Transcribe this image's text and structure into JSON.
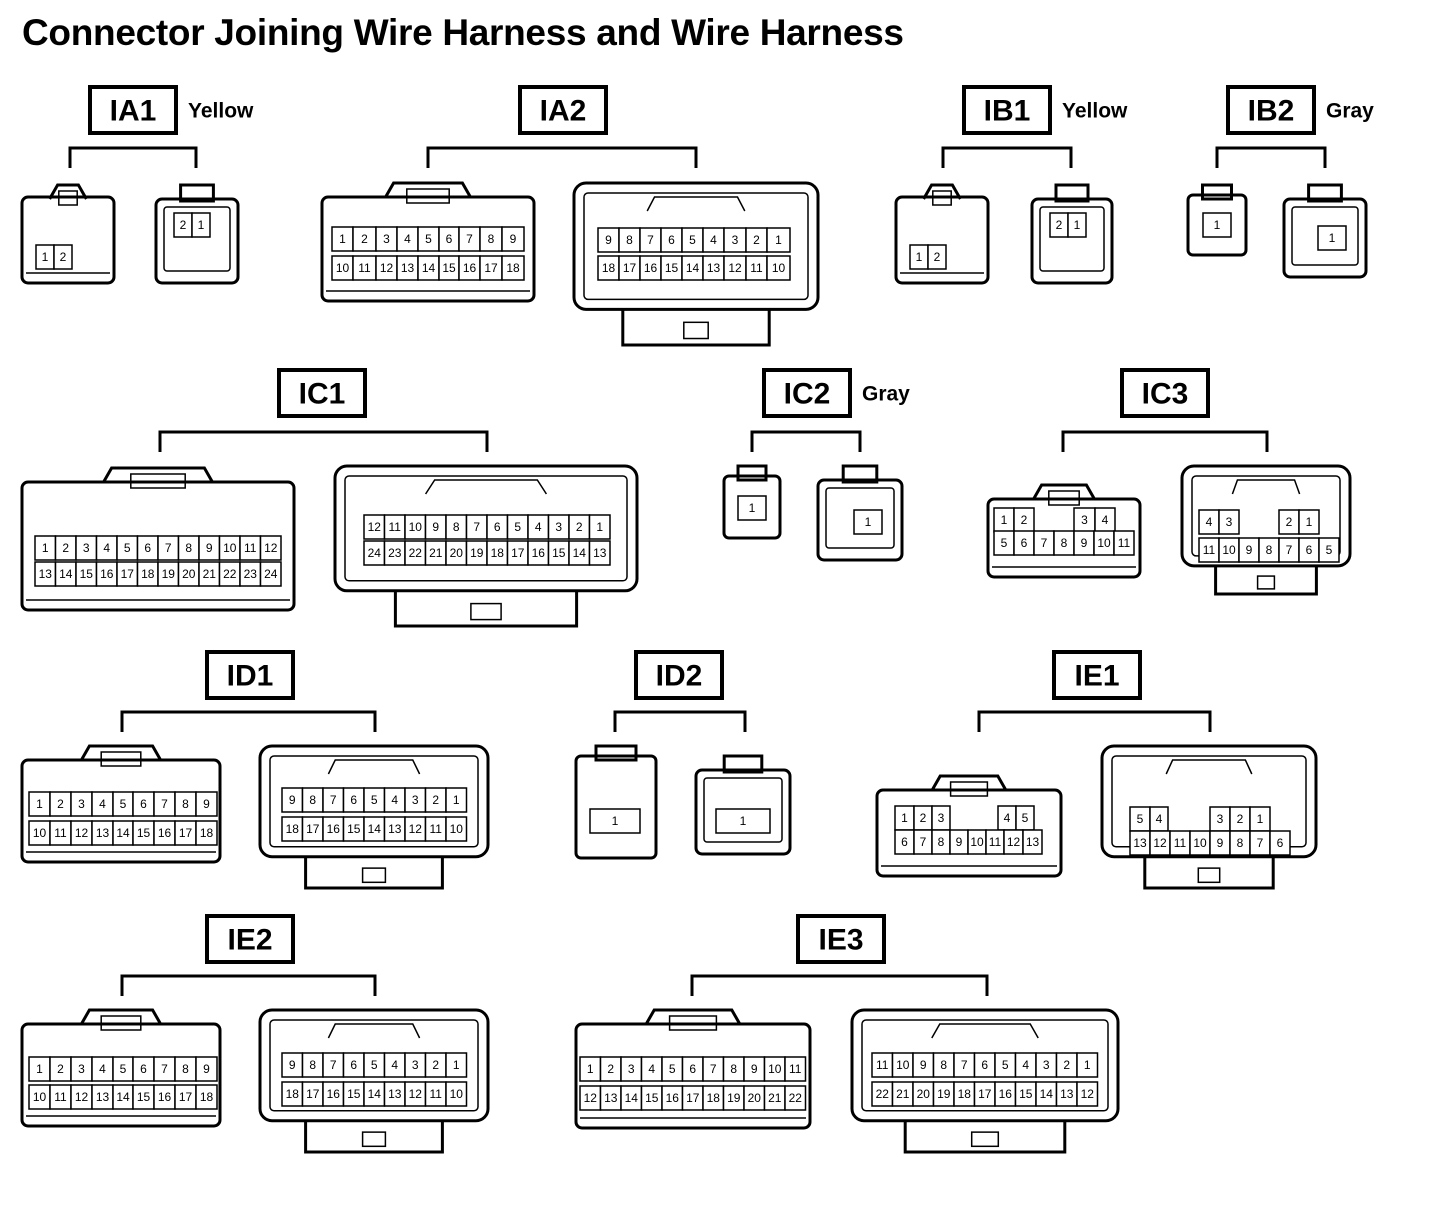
{
  "title": "Connector Joining Wire Harness and Wire Harness",
  "connectors": [
    {
      "id": "IA1",
      "color": "Yellow",
      "female": [
        [
          "1",
          "2"
        ]
      ],
      "male": [
        [
          "2",
          "1"
        ]
      ]
    },
    {
      "id": "IA2",
      "color": "",
      "female": [
        [
          "1",
          "2",
          "3",
          "4",
          "5",
          "6",
          "7",
          "8",
          "9"
        ],
        [
          "10",
          "11",
          "12",
          "13",
          "14",
          "15",
          "16",
          "17",
          "18"
        ]
      ],
      "male": [
        [
          "9",
          "8",
          "7",
          "6",
          "5",
          "4",
          "3",
          "2",
          "1"
        ],
        [
          "18",
          "17",
          "16",
          "15",
          "14",
          "13",
          "12",
          "11",
          "10"
        ]
      ]
    },
    {
      "id": "IB1",
      "color": "Yellow",
      "female": [
        [
          "1",
          "2"
        ]
      ],
      "male": [
        [
          "2",
          "1"
        ]
      ]
    },
    {
      "id": "IB2",
      "color": "Gray",
      "female": [
        [
          "1"
        ]
      ],
      "male": [
        [
          "1"
        ]
      ]
    },
    {
      "id": "IC1",
      "color": "",
      "female": [
        [
          "1",
          "2",
          "3",
          "4",
          "5",
          "6",
          "7",
          "8",
          "9",
          "10",
          "11",
          "12"
        ],
        [
          "13",
          "14",
          "15",
          "16",
          "17",
          "18",
          "19",
          "20",
          "21",
          "22",
          "23",
          "24"
        ]
      ],
      "male": [
        [
          "12",
          "11",
          "10",
          "9",
          "8",
          "7",
          "6",
          "5",
          "4",
          "3",
          "2",
          "1"
        ],
        [
          "24",
          "23",
          "22",
          "21",
          "20",
          "19",
          "18",
          "17",
          "16",
          "15",
          "14",
          "13"
        ]
      ]
    },
    {
      "id": "IC2",
      "color": "Gray",
      "female": [
        [
          "1"
        ]
      ],
      "male": [
        [
          "1"
        ]
      ]
    },
    {
      "id": "IC3",
      "color": "",
      "female": [
        [
          "1",
          "2",
          "",
          "",
          "3",
          "4"
        ],
        [
          "5",
          "6",
          "7",
          "8",
          "9",
          "10",
          "11"
        ]
      ],
      "male": [
        [
          "4",
          "3",
          "",
          "",
          "2",
          "1"
        ],
        [
          "11",
          "10",
          "9",
          "8",
          "7",
          "6",
          "5"
        ]
      ]
    },
    {
      "id": "ID1",
      "color": "",
      "female": [
        [
          "1",
          "2",
          "3",
          "4",
          "5",
          "6",
          "7",
          "8",
          "9"
        ],
        [
          "10",
          "11",
          "12",
          "13",
          "14",
          "15",
          "16",
          "17",
          "18"
        ]
      ],
      "male": [
        [
          "9",
          "8",
          "7",
          "6",
          "5",
          "4",
          "3",
          "2",
          "1"
        ],
        [
          "18",
          "17",
          "16",
          "15",
          "14",
          "13",
          "12",
          "11",
          "10"
        ]
      ]
    },
    {
      "id": "ID2",
      "color": "",
      "female": [
        [
          "1"
        ]
      ],
      "male": [
        [
          "1"
        ]
      ]
    },
    {
      "id": "IE1",
      "color": "",
      "female": [
        [
          "1",
          "2",
          "3",
          "",
          "",
          "",
          "4",
          "5"
        ],
        [
          "6",
          "7",
          "8",
          "9",
          "10",
          "11",
          "12",
          "13"
        ]
      ],
      "male": [
        [
          "5",
          "4",
          "",
          "",
          "",
          "3",
          "2",
          "1"
        ],
        [
          "13",
          "12",
          "11",
          "10",
          "9",
          "8",
          "7",
          "6"
        ]
      ]
    },
    {
      "id": "IE2",
      "color": "",
      "female": [
        [
          "1",
          "2",
          "3",
          "4",
          "5",
          "6",
          "7",
          "8",
          "9"
        ],
        [
          "10",
          "11",
          "12",
          "13",
          "14",
          "15",
          "16",
          "17",
          "18"
        ]
      ],
      "male": [
        [
          "9",
          "8",
          "7",
          "6",
          "5",
          "4",
          "3",
          "2",
          "1"
        ],
        [
          "18",
          "17",
          "16",
          "15",
          "14",
          "13",
          "12",
          "11",
          "10"
        ]
      ]
    },
    {
      "id": "IE3",
      "color": "",
      "female": [
        [
          "1",
          "2",
          "3",
          "4",
          "5",
          "6",
          "7",
          "8",
          "9",
          "10",
          "11"
        ],
        [
          "12",
          "13",
          "14",
          "15",
          "16",
          "17",
          "18",
          "19",
          "20",
          "21",
          "22"
        ]
      ],
      "male": [
        [
          "11",
          "10",
          "9",
          "8",
          "7",
          "6",
          "5",
          "4",
          "3",
          "2",
          "1"
        ],
        [
          "22",
          "21",
          "20",
          "19",
          "18",
          "17",
          "16",
          "15",
          "14",
          "13",
          "12"
        ]
      ]
    }
  ]
}
